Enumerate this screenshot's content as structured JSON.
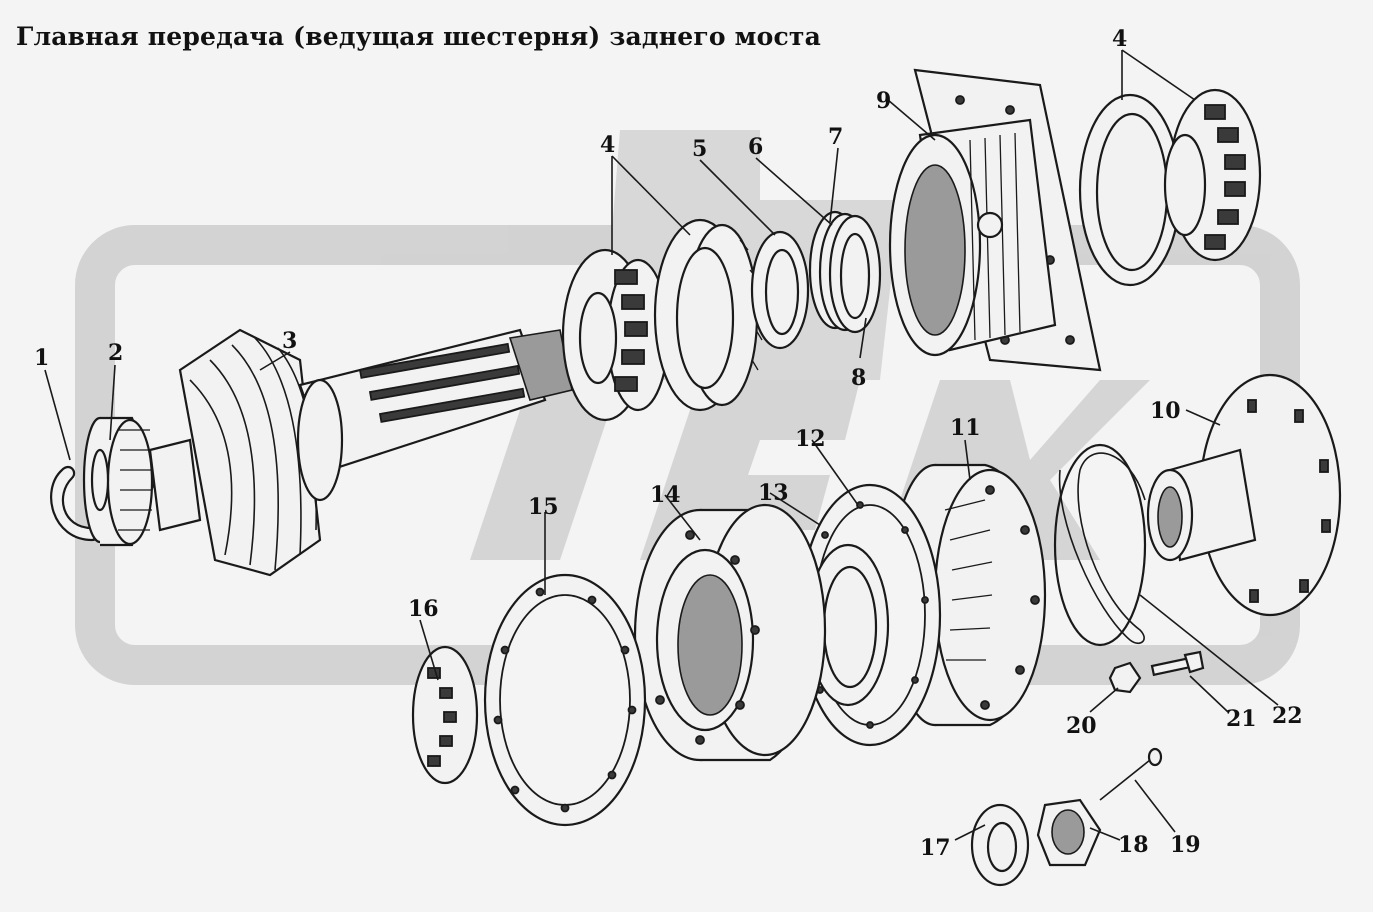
{
  "title": "Главная передача (ведущая шестерня) заднего моста",
  "callouts": [
    "1",
    "2",
    "3",
    "4",
    "4",
    "5",
    "6",
    "7",
    "8",
    "9",
    "10",
    "11",
    "12",
    "13",
    "14",
    "15",
    "16",
    "17",
    "18",
    "19",
    "20",
    "21",
    "22"
  ],
  "colors": {
    "background": "#f4f4f4",
    "watermark": "#c8c8c8",
    "ink": "#1a1a1a"
  }
}
